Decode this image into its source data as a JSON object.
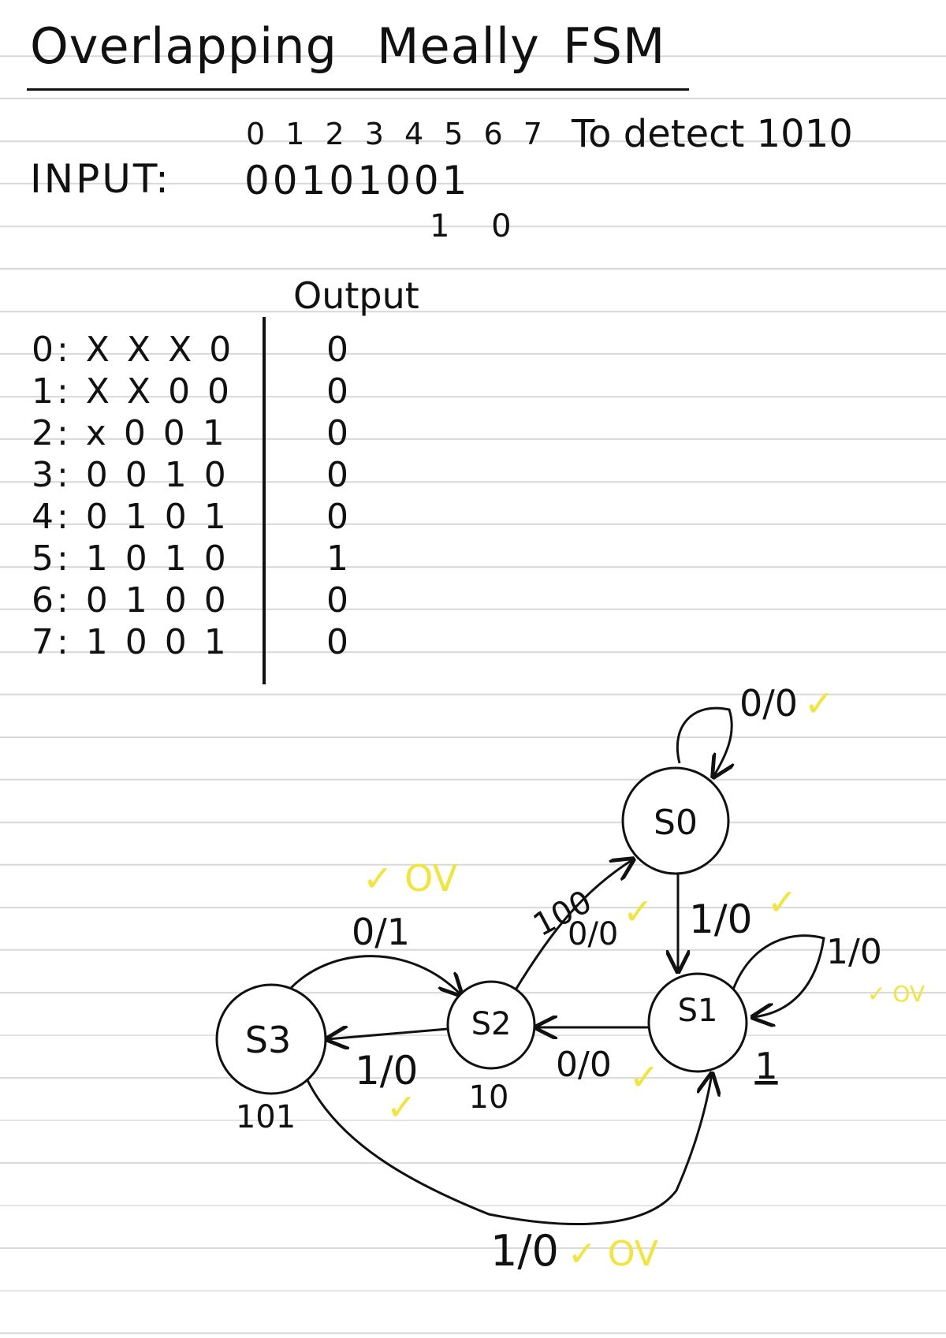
{
  "title": {
    "word1": "Overlapping",
    "word2": "Meally",
    "word3": "FSM"
  },
  "detect_text": "To detect 1010",
  "input": {
    "label": "INPUT:",
    "indices": "0 1 2 3 4 5 6 7",
    "bits": "00101001",
    "extra": "1 0"
  },
  "output_heading": "Output",
  "table_rows": [
    {
      "label": "0: X X X 0",
      "out": "0"
    },
    {
      "label": "1: X X 0 0",
      "out": "0"
    },
    {
      "label": "2: x 0 0 1",
      "out": "0"
    },
    {
      "label": "3: 0 0 1 0",
      "out": "0"
    },
    {
      "label": "4: 0 1 0 1",
      "out": "0"
    },
    {
      "label": "5: 1 0 1 0",
      "out": "1"
    },
    {
      "label": "6: 0 1 0 0",
      "out": "0"
    },
    {
      "label": "7: 1 0 0 1",
      "out": "0"
    }
  ],
  "states": [
    {
      "id": "s0",
      "name": "S0",
      "code": ""
    },
    {
      "id": "s1",
      "name": "S1",
      "code": "1"
    },
    {
      "id": "s2",
      "name": "S2",
      "code": "10"
    },
    {
      "id": "s3",
      "name": "S3",
      "code": "101"
    }
  ],
  "transitions": [
    {
      "id": "s0-self",
      "label": "0/0",
      "marks": "✓"
    },
    {
      "id": "s0-s1",
      "label": "1/0",
      "marks": "✓"
    },
    {
      "id": "s1-self",
      "label": "1/0",
      "marks": "✓ OV"
    },
    {
      "id": "s1-s2",
      "label": "0/0",
      "marks": "✓"
    },
    {
      "id": "s2-s0",
      "label": "0/0",
      "marks": "✓"
    },
    {
      "id": "s2-s3",
      "label": "1/0",
      "marks": "✓"
    },
    {
      "id": "s3-s2",
      "label": "0/1",
      "marks": "✓ OV"
    },
    {
      "id": "s3-s1",
      "label": "1/0",
      "marks": "✓ OV"
    }
  ],
  "scribble": "100",
  "colors": {
    "ink": "#111111",
    "check": "#f2e53a",
    "ruling": "#d9d9d9"
  }
}
